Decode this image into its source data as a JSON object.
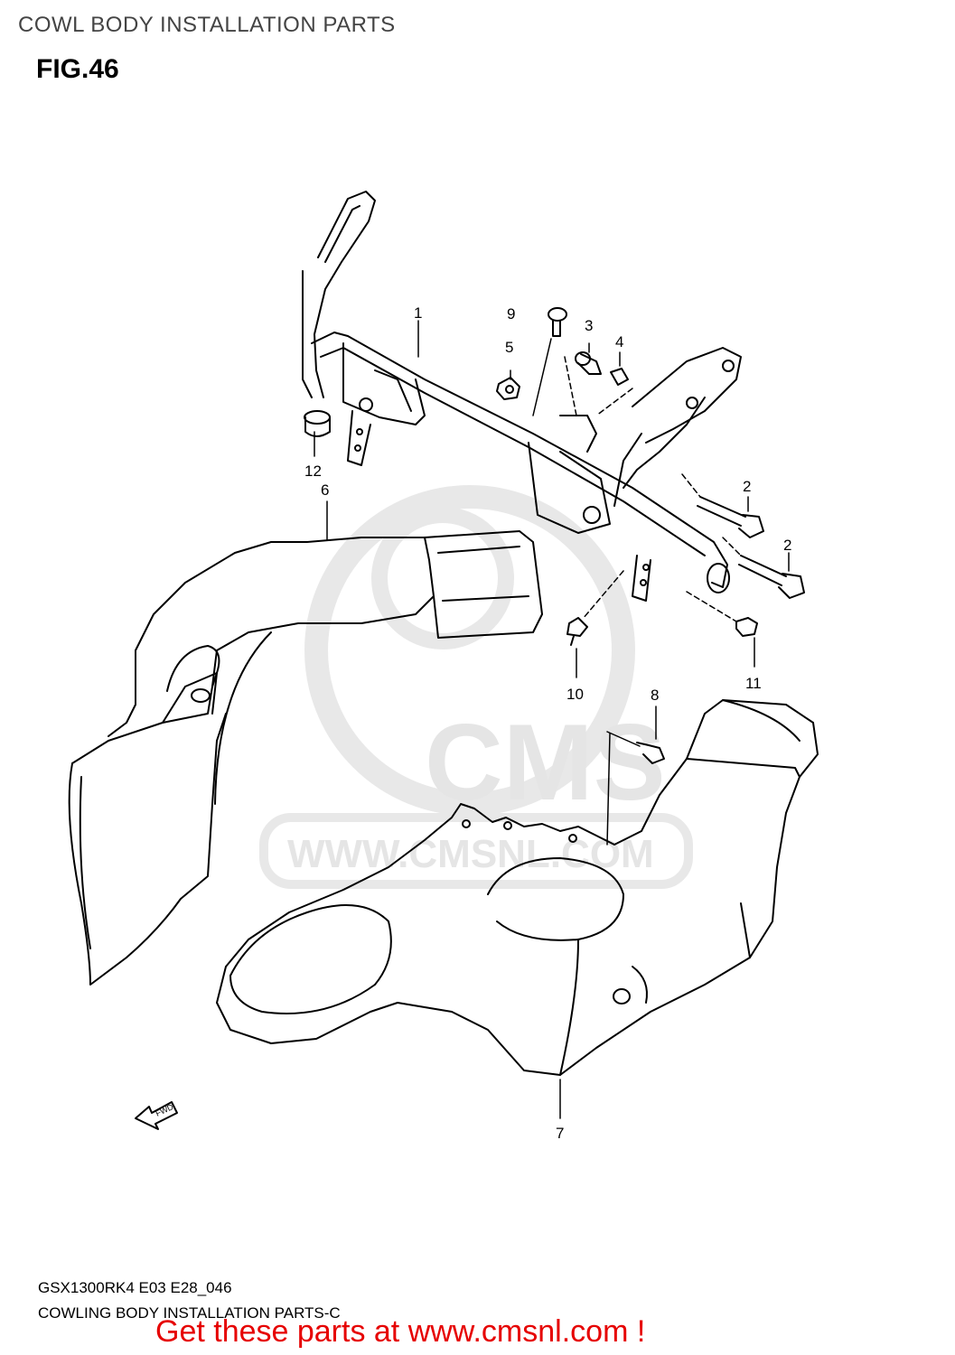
{
  "header": {
    "title": "COWL BODY INSTALLATION PARTS",
    "figure": "FIG.46"
  },
  "watermark": {
    "brand": "CMS",
    "url": "WWW.CMSNL.COM",
    "color": "#e5e5e5"
  },
  "diagram": {
    "part_numbers": [
      "1",
      "2",
      "2",
      "3",
      "4",
      "5",
      "6",
      "7",
      "8",
      "9",
      "10",
      "11",
      "12"
    ],
    "fwd_label": "FWD"
  },
  "footer": {
    "model_code": "GSX1300RK4 E03 E28_046",
    "description": "COWLING BODY INSTALLATION PARTS-C",
    "cta": "Get these parts at www.cmsnl.com !",
    "cta_color": "#e60000"
  }
}
